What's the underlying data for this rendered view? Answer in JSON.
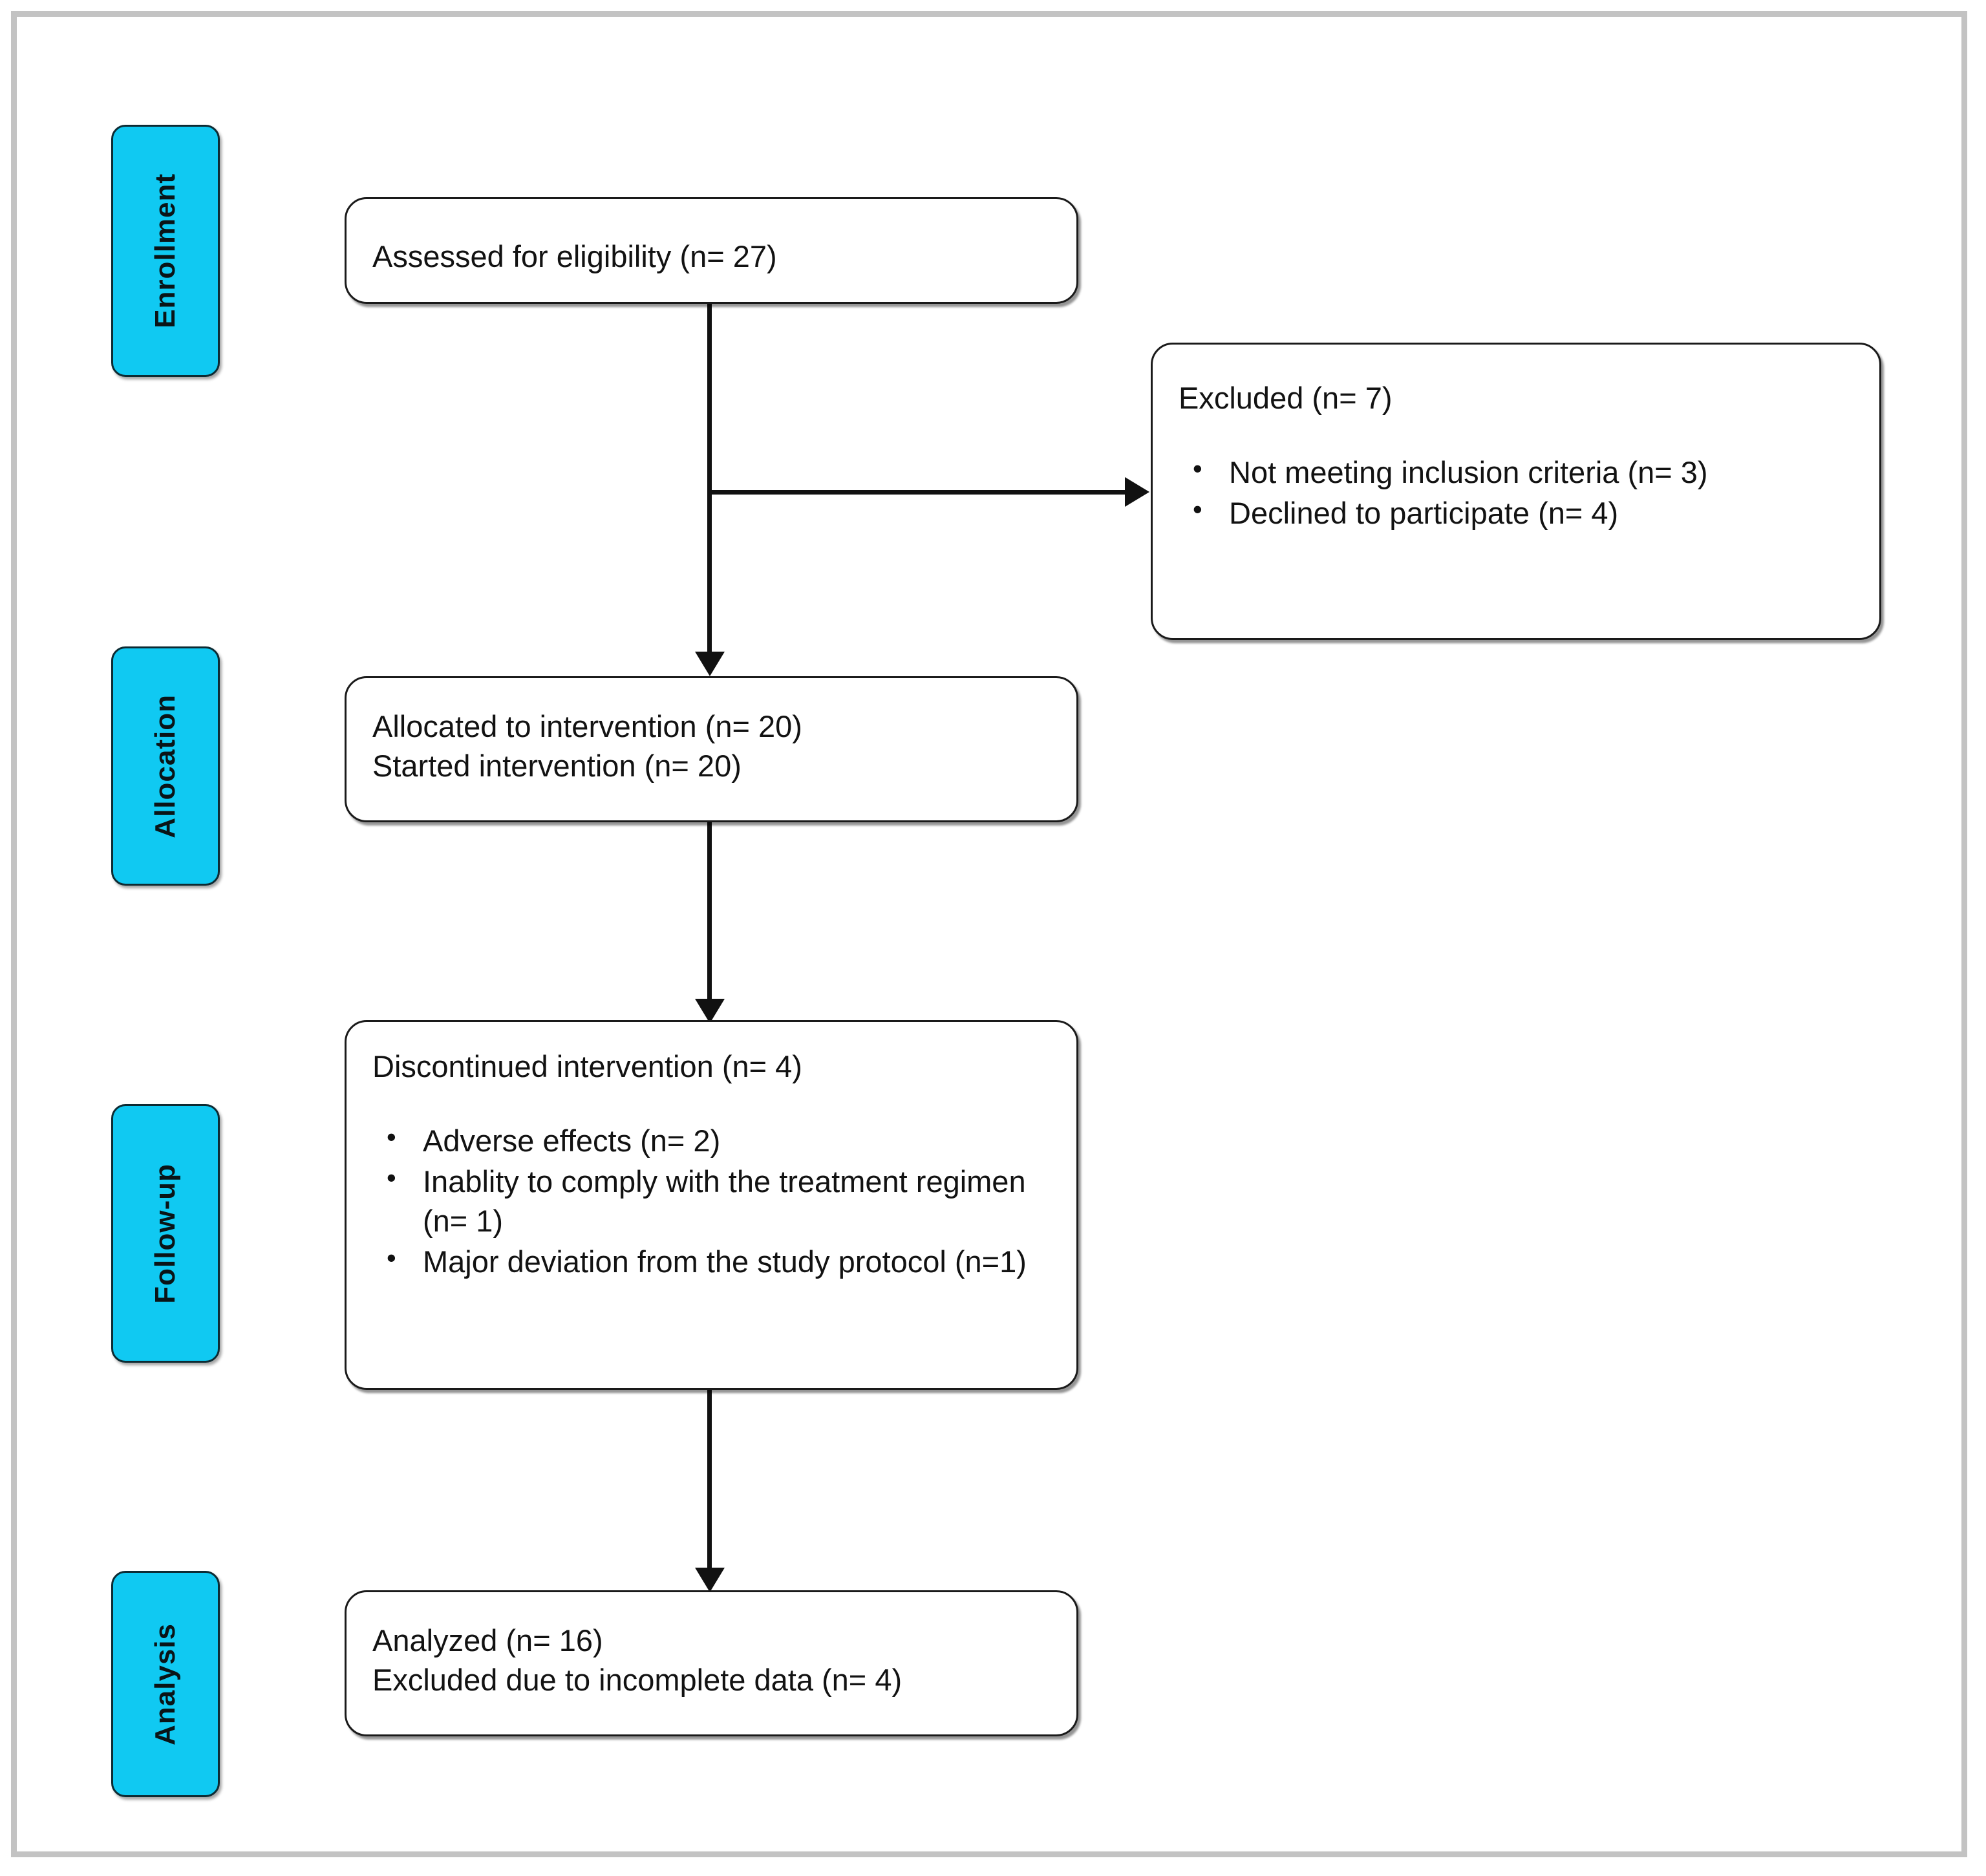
{
  "diagram": {
    "title": "CONSORT participant flow diagram",
    "accent_color": "#10c9f2",
    "line_color": "#111111",
    "frame_color": "#c3c3c3",
    "background_color": "#ffffff"
  },
  "stages": [
    {
      "id": "enrollment",
      "label": "Enrollment"
    },
    {
      "id": "allocation",
      "label": "Allocation"
    },
    {
      "id": "followup",
      "label": "Follow-up"
    },
    {
      "id": "analysis",
      "label": "Analysis"
    }
  ],
  "boxes": {
    "eligibility": {
      "lines": [
        "Assessed for eligibility (n= 27)"
      ]
    },
    "excluded": {
      "heading": "Excluded (n= 7)",
      "bullets": [
        "Not meeting inclusion criteria (n= 3)",
        "Declined to participate (n= 4)"
      ]
    },
    "allocated": {
      "lines": [
        "Allocated to intervention (n= 20)",
        "Started intervention (n= 20)"
      ]
    },
    "discontinued": {
      "heading": "Discontinued intervention (n= 4)",
      "bullets": [
        "Adverse effects (n= 2)",
        "Inablity to comply with the treatment regimen (n= 1)",
        "Major deviation from the study protocol (n=1)"
      ]
    },
    "analyzed": {
      "lines": [
        "Analyzed (n= 16)",
        "Excluded due to incomplete data (n= 4)"
      ]
    }
  },
  "connectors": [
    {
      "id": "eligibility-to-allocated",
      "type": "arrow-down"
    },
    {
      "id": "eligibility-to-excluded",
      "type": "arrow-right"
    },
    {
      "id": "allocated-to-discontinued",
      "type": "arrow-down"
    },
    {
      "id": "discontinued-to-analyzed",
      "type": "arrow-down"
    }
  ]
}
